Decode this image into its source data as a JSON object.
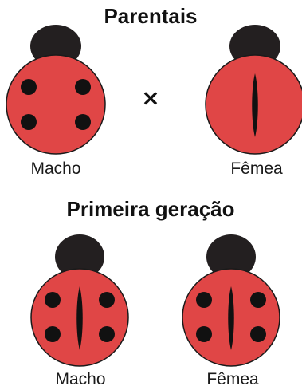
{
  "headings": {
    "parents": "Parentais",
    "first_generation": "Primeira geração"
  },
  "cross_symbol": "×",
  "parents": [
    {
      "label": "Macho",
      "pattern": "four-spots"
    },
    {
      "label": "Fêmea",
      "pattern": "center-stripe"
    }
  ],
  "offspring": [
    {
      "label": "Macho",
      "pattern": "four-spots-and-stripe"
    },
    {
      "label": "Fêmea",
      "pattern": "four-spots-and-stripe"
    }
  ],
  "colors": {
    "body": "#e04646",
    "head": "#231f20",
    "outline": "#1a1a1a",
    "marking": "#111111"
  }
}
